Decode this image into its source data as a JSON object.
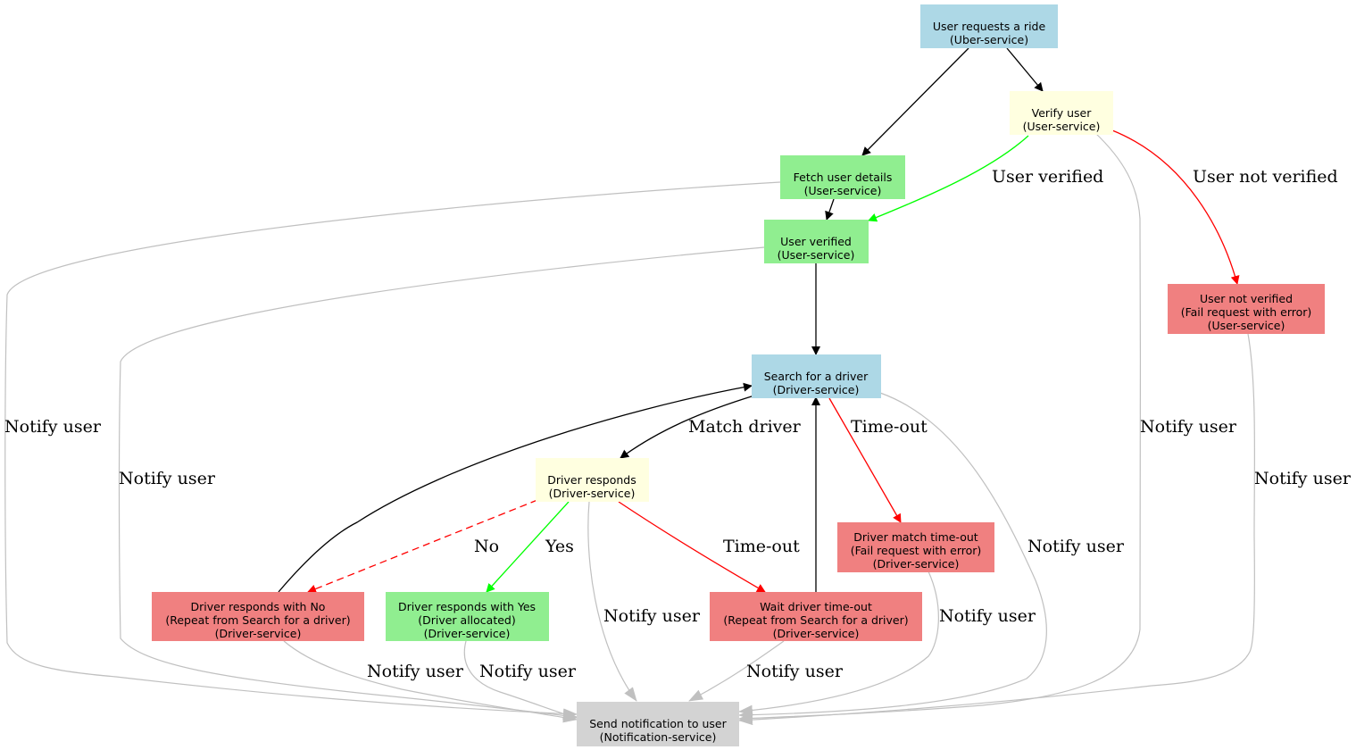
{
  "colors": {
    "blue": "#add8e6",
    "yellow": "#ffffe0",
    "green": "#90ee90",
    "red": "#f08080",
    "gray": "#d3d3d3",
    "edge_black": "#000000",
    "edge_green": "#00ff00",
    "edge_red": "#ff0000",
    "edge_gray": "#c0c0c0"
  },
  "nodes": {
    "request": {
      "line1": "User requests a ride",
      "line2": "(Uber-service)"
    },
    "verify": {
      "line1": "Verify user",
      "line2": "(User-service)"
    },
    "fetch": {
      "line1": "Fetch user details",
      "line2": "(User-service)"
    },
    "verified": {
      "line1": "User verified",
      "line2": "(User-service)"
    },
    "not_verified": {
      "line1": "User not verified",
      "line2": "(Fail request with error)",
      "line3": "(User-service)"
    },
    "search": {
      "line1": "Search for a driver",
      "line2": "(Driver-service)"
    },
    "responds": {
      "line1": "Driver responds",
      "line2": "(Driver-service)"
    },
    "match_timeout": {
      "line1": "Driver match time-out",
      "line2": "(Fail request with error)",
      "line3": "(Driver-service)"
    },
    "resp_no": {
      "line1": "Driver responds with No",
      "line2": "(Repeat from Search for a driver)",
      "line3": "(Driver-service)"
    },
    "resp_yes": {
      "line1": "Driver responds with Yes",
      "line2": "(Driver allocated)",
      "line3": "(Driver-service)"
    },
    "wait_timeout": {
      "line1": "Wait driver time-out",
      "line2": "(Repeat from Search for a driver)",
      "line3": "(Driver-service)"
    },
    "notify": {
      "line1": "Send notification to user",
      "line2": "(Notification-service)"
    }
  },
  "edge_labels": {
    "user_verified": "User verified",
    "user_not_verified": "User not verified",
    "match_driver": "Match driver",
    "time_out": "Time-out",
    "no": "No",
    "yes": "Yes",
    "notify_user": "Notify user"
  }
}
